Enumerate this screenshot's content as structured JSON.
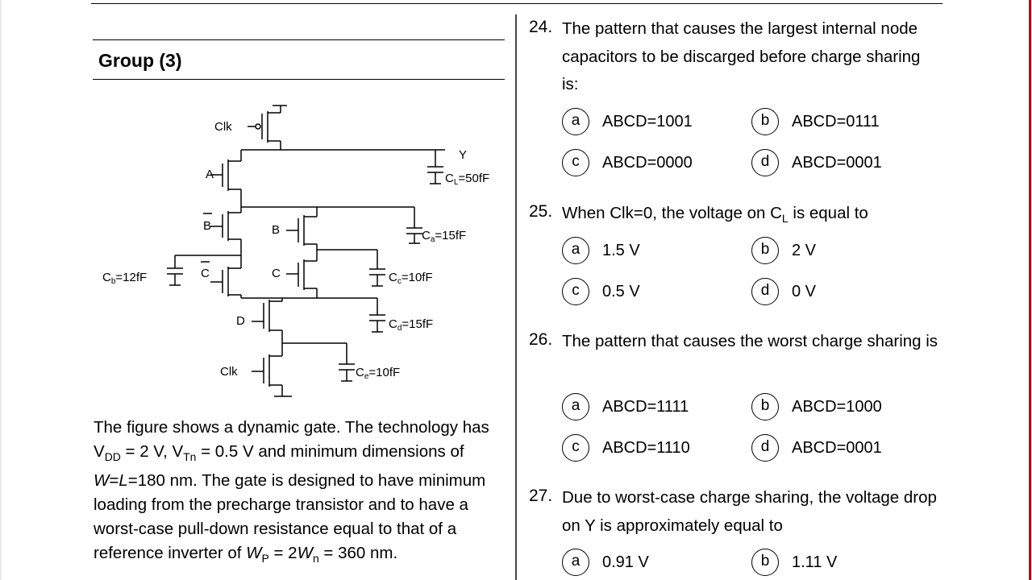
{
  "group_title": "Group (3)",
  "circuit": {
    "labels": {
      "clk_top": "Clk",
      "a": "A",
      "b_bar": "B",
      "b": "B",
      "c_bar": "C",
      "c": "C",
      "d": "D",
      "clk_bottom": "Clk",
      "y": "Y"
    },
    "caps": {
      "cl": {
        "prefix": "C",
        "sub": "L",
        "suffix": "=50fF"
      },
      "ca": {
        "prefix": "C",
        "sub": "a",
        "suffix": "=15fF"
      },
      "cb": {
        "prefix": "C",
        "sub": "b",
        "suffix": "=12fF"
      },
      "cc": {
        "prefix": "C",
        "sub": "c",
        "suffix": "=10fF"
      },
      "cd": {
        "prefix": "C",
        "sub": "d",
        "suffix": "=15fF"
      },
      "ce": {
        "prefix": "C",
        "sub": "e",
        "suffix": "=10fF"
      }
    }
  },
  "description": {
    "p1": "The figure shows a dynamic gate. The technology has V",
    "vdd_sub": "DD",
    "p2": " =  2 V,  V",
    "vtn_sub": "Tn",
    "p3": " = 0.5 V and minimum dimensions of ",
    "w": "W",
    "eq1": "=",
    "l": "L",
    "p4": "=180 nm. The gate is designed to have minimum loading from the precharge transistor and to have a worst-case pull-down resistance equal to that of a reference inverter of ",
    "wp": "W",
    "wp_sub": "P",
    "p5": " = 2",
    "wn": "W",
    "wn_sub": "n",
    "p6": " = 360 nm."
  },
  "questions": [
    {
      "number": "24.",
      "text": "The pattern that causes the largest internal node capacitors to be discarged before charge sharing is:",
      "options": [
        {
          "letter": "a",
          "text": "ABCD=1001"
        },
        {
          "letter": "b",
          "text": "ABCD=0111"
        },
        {
          "letter": "c",
          "text": "ABCD=0000"
        },
        {
          "letter": "d",
          "text": "ABCD=0001"
        }
      ]
    },
    {
      "number": "25.",
      "text_pre": "When Clk=0, the voltage on C",
      "text_sub": "L",
      "text_post": " is equal to",
      "options": [
        {
          "letter": "a",
          "text": "1.5 V"
        },
        {
          "letter": "b",
          "text": "2 V"
        },
        {
          "letter": "c",
          "text": "0.5 V"
        },
        {
          "letter": "d",
          "text": "0 V"
        }
      ]
    },
    {
      "number": "26.",
      "text": "The pattern that causes the worst charge sharing is",
      "options": [
        {
          "letter": "a",
          "text": "ABCD=1111"
        },
        {
          "letter": "b",
          "text": "ABCD=1000"
        },
        {
          "letter": "c",
          "text": "ABCD=1110"
        },
        {
          "letter": "d",
          "text": "ABCD=0001"
        }
      ]
    },
    {
      "number": "27.",
      "text": "Due to worst-case charge sharing, the voltage drop on Y is approximately equal to",
      "options": [
        {
          "letter": "a",
          "text": "0.91 V"
        },
        {
          "letter": "b",
          "text": "1.11 V"
        }
      ]
    }
  ]
}
